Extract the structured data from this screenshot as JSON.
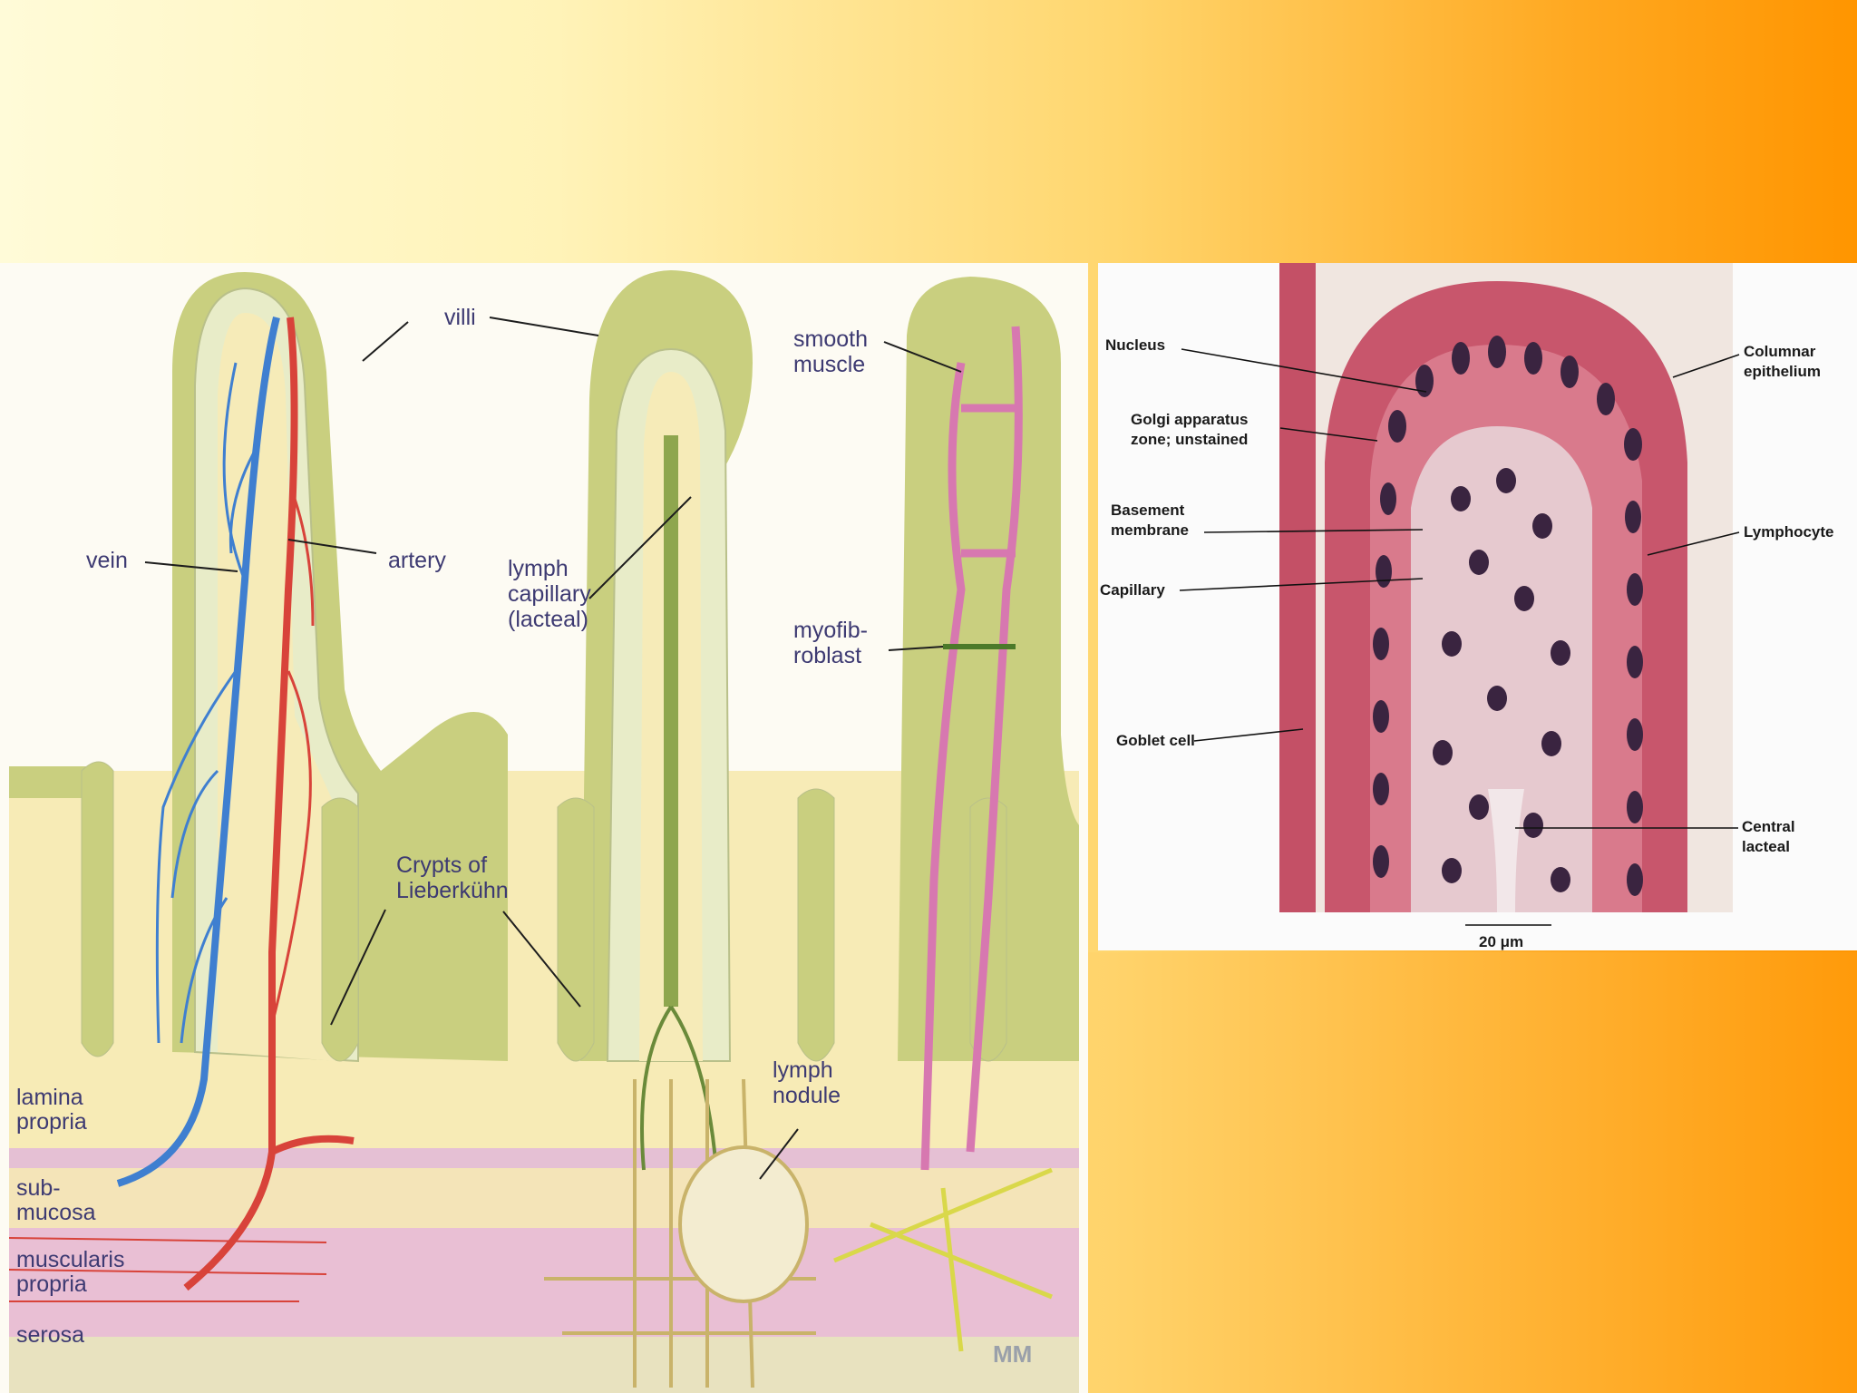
{
  "diagram": {
    "labels": {
      "villi": "villi",
      "smooth_muscle": [
        "smooth",
        "muscle"
      ],
      "vein": "vein",
      "artery": "artery",
      "lymph_capillary": [
        "lymph",
        "capillary",
        "(lacteal)"
      ],
      "myofibroblast": [
        "myofib-",
        "roblast"
      ],
      "crypts": [
        "Crypts of",
        "Lieberkühn"
      ],
      "lymph_nodule": [
        "lymph",
        "nodule"
      ],
      "lamina_propria": [
        "lamina",
        "propria"
      ],
      "submucosa": [
        "sub-",
        "mucosa"
      ],
      "muscularis_propria": [
        "muscularis",
        "propria"
      ],
      "serosa": "serosa",
      "logo": "MM"
    },
    "colors": {
      "villus_fill": "#c9cf7f",
      "epithelium": "#e8ecc8",
      "lamina": "#f6ebb8",
      "vein": "#3f7fd0",
      "artery": "#d8433a",
      "lymph": "#6a8a3a",
      "smooth_muscle": "#d778b0",
      "muscularis": "#e9bfd4"
    }
  },
  "micrograph": {
    "labels": {
      "nucleus": "Nucleus",
      "golgi": [
        "Golgi apparatus",
        "zone; unstained"
      ],
      "basement": [
        "Basement",
        "membrane"
      ],
      "capillary": "Capillary",
      "goblet": "Goblet cell",
      "columnar": [
        "Columnar",
        "epithelium"
      ],
      "lymphocyte": "Lymphocyte",
      "central_lacteal": [
        "Central",
        "lacteal"
      ],
      "scale_bar": "20 μm"
    },
    "colors": {
      "tissue": "#c8566c",
      "nuclei": "#3a2440",
      "core": "#e6c9cf"
    }
  }
}
